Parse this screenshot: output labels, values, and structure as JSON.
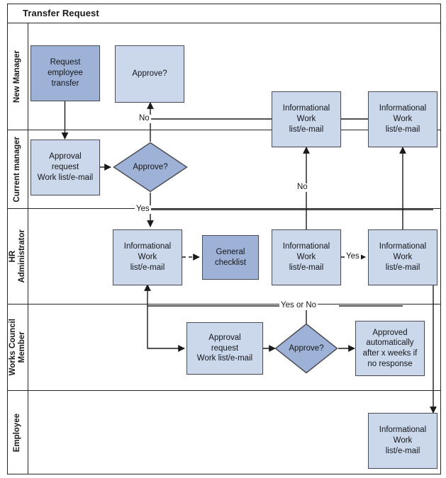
{
  "diagram": {
    "title": "Transfer Request",
    "type": "swimlane-flowchart",
    "colors": {
      "node_light": "#cbd8ec",
      "node_dark": "#9db2d6",
      "border": "#4d4d55",
      "frame": "#262626",
      "background": "#ffffff"
    },
    "lanes": [
      {
        "id": "new-manager",
        "label": "New Manager"
      },
      {
        "id": "current-manager",
        "label": "Current manager"
      },
      {
        "id": "hr-administrator",
        "label": "HR\nAdministrator"
      },
      {
        "id": "works-council-member",
        "label": "Works Council\nMember"
      },
      {
        "id": "employee",
        "label": "Employee"
      }
    ],
    "nodes": [
      {
        "id": "request-employee-transfer",
        "lane": "new-manager",
        "shape": "process",
        "fill": "dark",
        "label": "Request\nemployee\ntransfer"
      },
      {
        "id": "new-manager-approve",
        "lane": "new-manager",
        "shape": "process",
        "fill": "light",
        "label": "Approve?"
      },
      {
        "id": "info-work-list-nm-1",
        "lane": "new-manager",
        "shape": "process",
        "fill": "light",
        "label": "Informational\nWork\nlist/e-mail"
      },
      {
        "id": "info-work-list-nm-2",
        "lane": "new-manager",
        "shape": "process",
        "fill": "light",
        "label": "Informational\nWork\nlist/e-mail"
      },
      {
        "id": "approval-request-cm",
        "lane": "current-manager",
        "shape": "process",
        "fill": "light",
        "label": "Approval\nrequest\nWork list/e-mail"
      },
      {
        "id": "approve-decision-cm",
        "lane": "current-manager",
        "shape": "decision",
        "fill": "dark",
        "label": "Approve?"
      },
      {
        "id": "info-work-list-hr-1",
        "lane": "hr-administrator",
        "shape": "process",
        "fill": "light",
        "label": "Informational\nWork\nlist/e-mail"
      },
      {
        "id": "general-checklist",
        "lane": "hr-administrator",
        "shape": "process",
        "fill": "dark",
        "label": "General\nchecklist"
      },
      {
        "id": "info-work-list-hr-2",
        "lane": "hr-administrator",
        "shape": "process",
        "fill": "light",
        "label": "Informational\nWork\nlist/e-mail"
      },
      {
        "id": "info-work-list-hr-3",
        "lane": "hr-administrator",
        "shape": "process",
        "fill": "light",
        "label": "Informational\nWork\nlist/e-mail"
      },
      {
        "id": "approval-request-wc",
        "lane": "works-council-member",
        "shape": "process",
        "fill": "light",
        "label": "Approval\nrequest\nWork list/e-mail"
      },
      {
        "id": "approve-decision-wc",
        "lane": "works-council-member",
        "shape": "decision",
        "fill": "dark",
        "label": "Approve?"
      },
      {
        "id": "approved-automatically",
        "lane": "works-council-member",
        "shape": "process",
        "fill": "light",
        "label": "Approved\nautomatically\nafter x weeks if\nno response"
      },
      {
        "id": "info-work-list-emp",
        "lane": "employee",
        "shape": "process",
        "fill": "light",
        "label": "Informational\nWork\nlist/e-mail"
      }
    ],
    "edge_labels": {
      "no_to_new_manager": "No",
      "yes_to_hr": "Yes",
      "no_from_hr_up": "No",
      "yes_hr_to_hr": "Yes",
      "yes_or_no_from_wc": "Yes or No"
    }
  }
}
